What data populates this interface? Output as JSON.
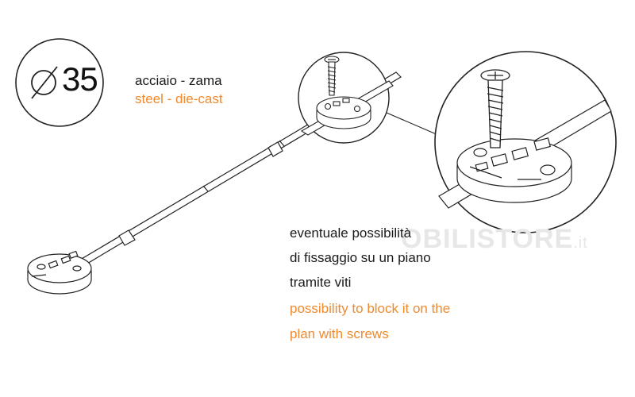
{
  "diameter": {
    "symbol": "⌀",
    "value": "35"
  },
  "material": {
    "it": "acciaio - zama",
    "en": "steel  -  die-cast"
  },
  "description": {
    "it_lines": [
      "eventuale possibilità",
      "di fissaggio su un piano",
      "tramite viti"
    ],
    "en_lines": [
      "possibility to block it on the",
      "plan with screws"
    ]
  },
  "watermark": {
    "main": "OBILISTORE",
    "tld": ".it"
  },
  "colors": {
    "english_text": "#ef8a2f",
    "italian_text": "#1a1a1a",
    "line": "#222222"
  },
  "icons": [
    "diameter-symbol-icon",
    "screw-icon",
    "connector-disc-icon",
    "rod-icon"
  ]
}
